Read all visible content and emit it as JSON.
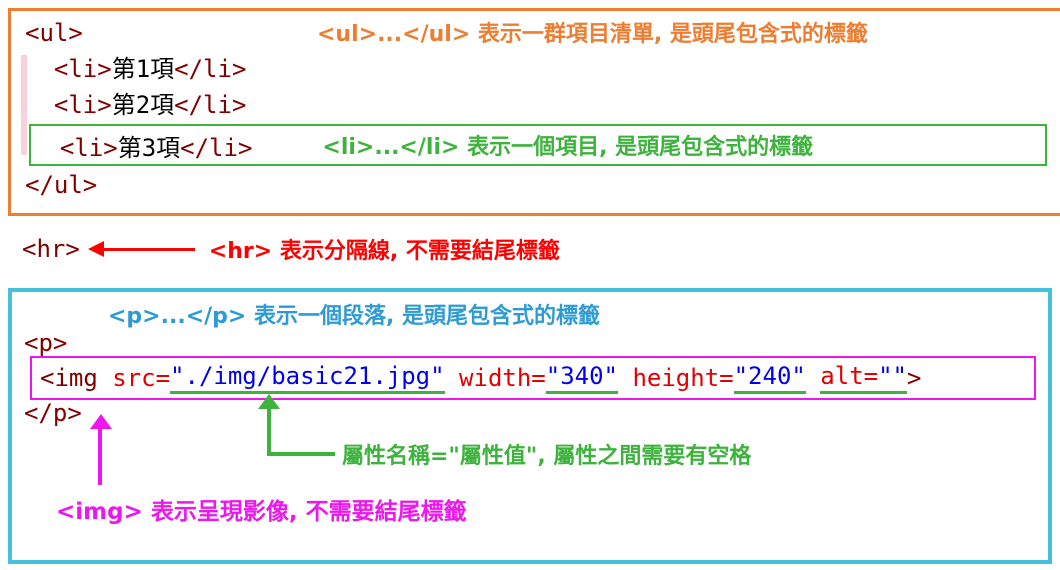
{
  "colors": {
    "box_orange": "#ED7D31",
    "box_cyan": "#45C1E0",
    "green": "#3DB33D",
    "red": "#FF0000",
    "blue": "#2E9BD5",
    "magenta": "#EE16EE",
    "code_tag": "#800000",
    "code_attr": "#E50000",
    "code_value": "#0000EE",
    "code_text": "#000000"
  },
  "ul_section": {
    "annotation_ul": "<ul>...</ul> 表示一群項目清單, 是頭尾包含式的標籤",
    "annotation_li": "<li>...</li> 表示一個項目, 是頭尾包含式的標籤",
    "code": {
      "ul_open": "<ul>",
      "li_open": "  <li>",
      "items": [
        "第1項",
        "第2項",
        "第3項"
      ],
      "li_close": "</li>",
      "ul_close": "</ul>"
    }
  },
  "hr_section": {
    "code": "<hr>",
    "annotation": "<hr> 表示分隔線, 不需要結尾標籤"
  },
  "p_section": {
    "annotation_p": "<p>...</p> 表示一個段落, 是頭尾包含式的標籤",
    "annotation_attr": "屬性名稱=\"屬性值\", 屬性之間需要有空格",
    "annotation_img": "<img> 表示呈現影像, 不需要結尾標籤",
    "code": {
      "p_open": "<p>",
      "p_close": "</p>",
      "img": {
        "open": "<img ",
        "a_src": "src=",
        "v_src": "\"./img/basic21.jpg\"",
        "a_width": " width=",
        "v_width": "\"340\"",
        "a_height": " height=",
        "v_height": "\"240\"",
        "sp": " ",
        "a_alt": "alt=",
        "v_alt": "\"\"",
        "close": ">"
      }
    }
  }
}
